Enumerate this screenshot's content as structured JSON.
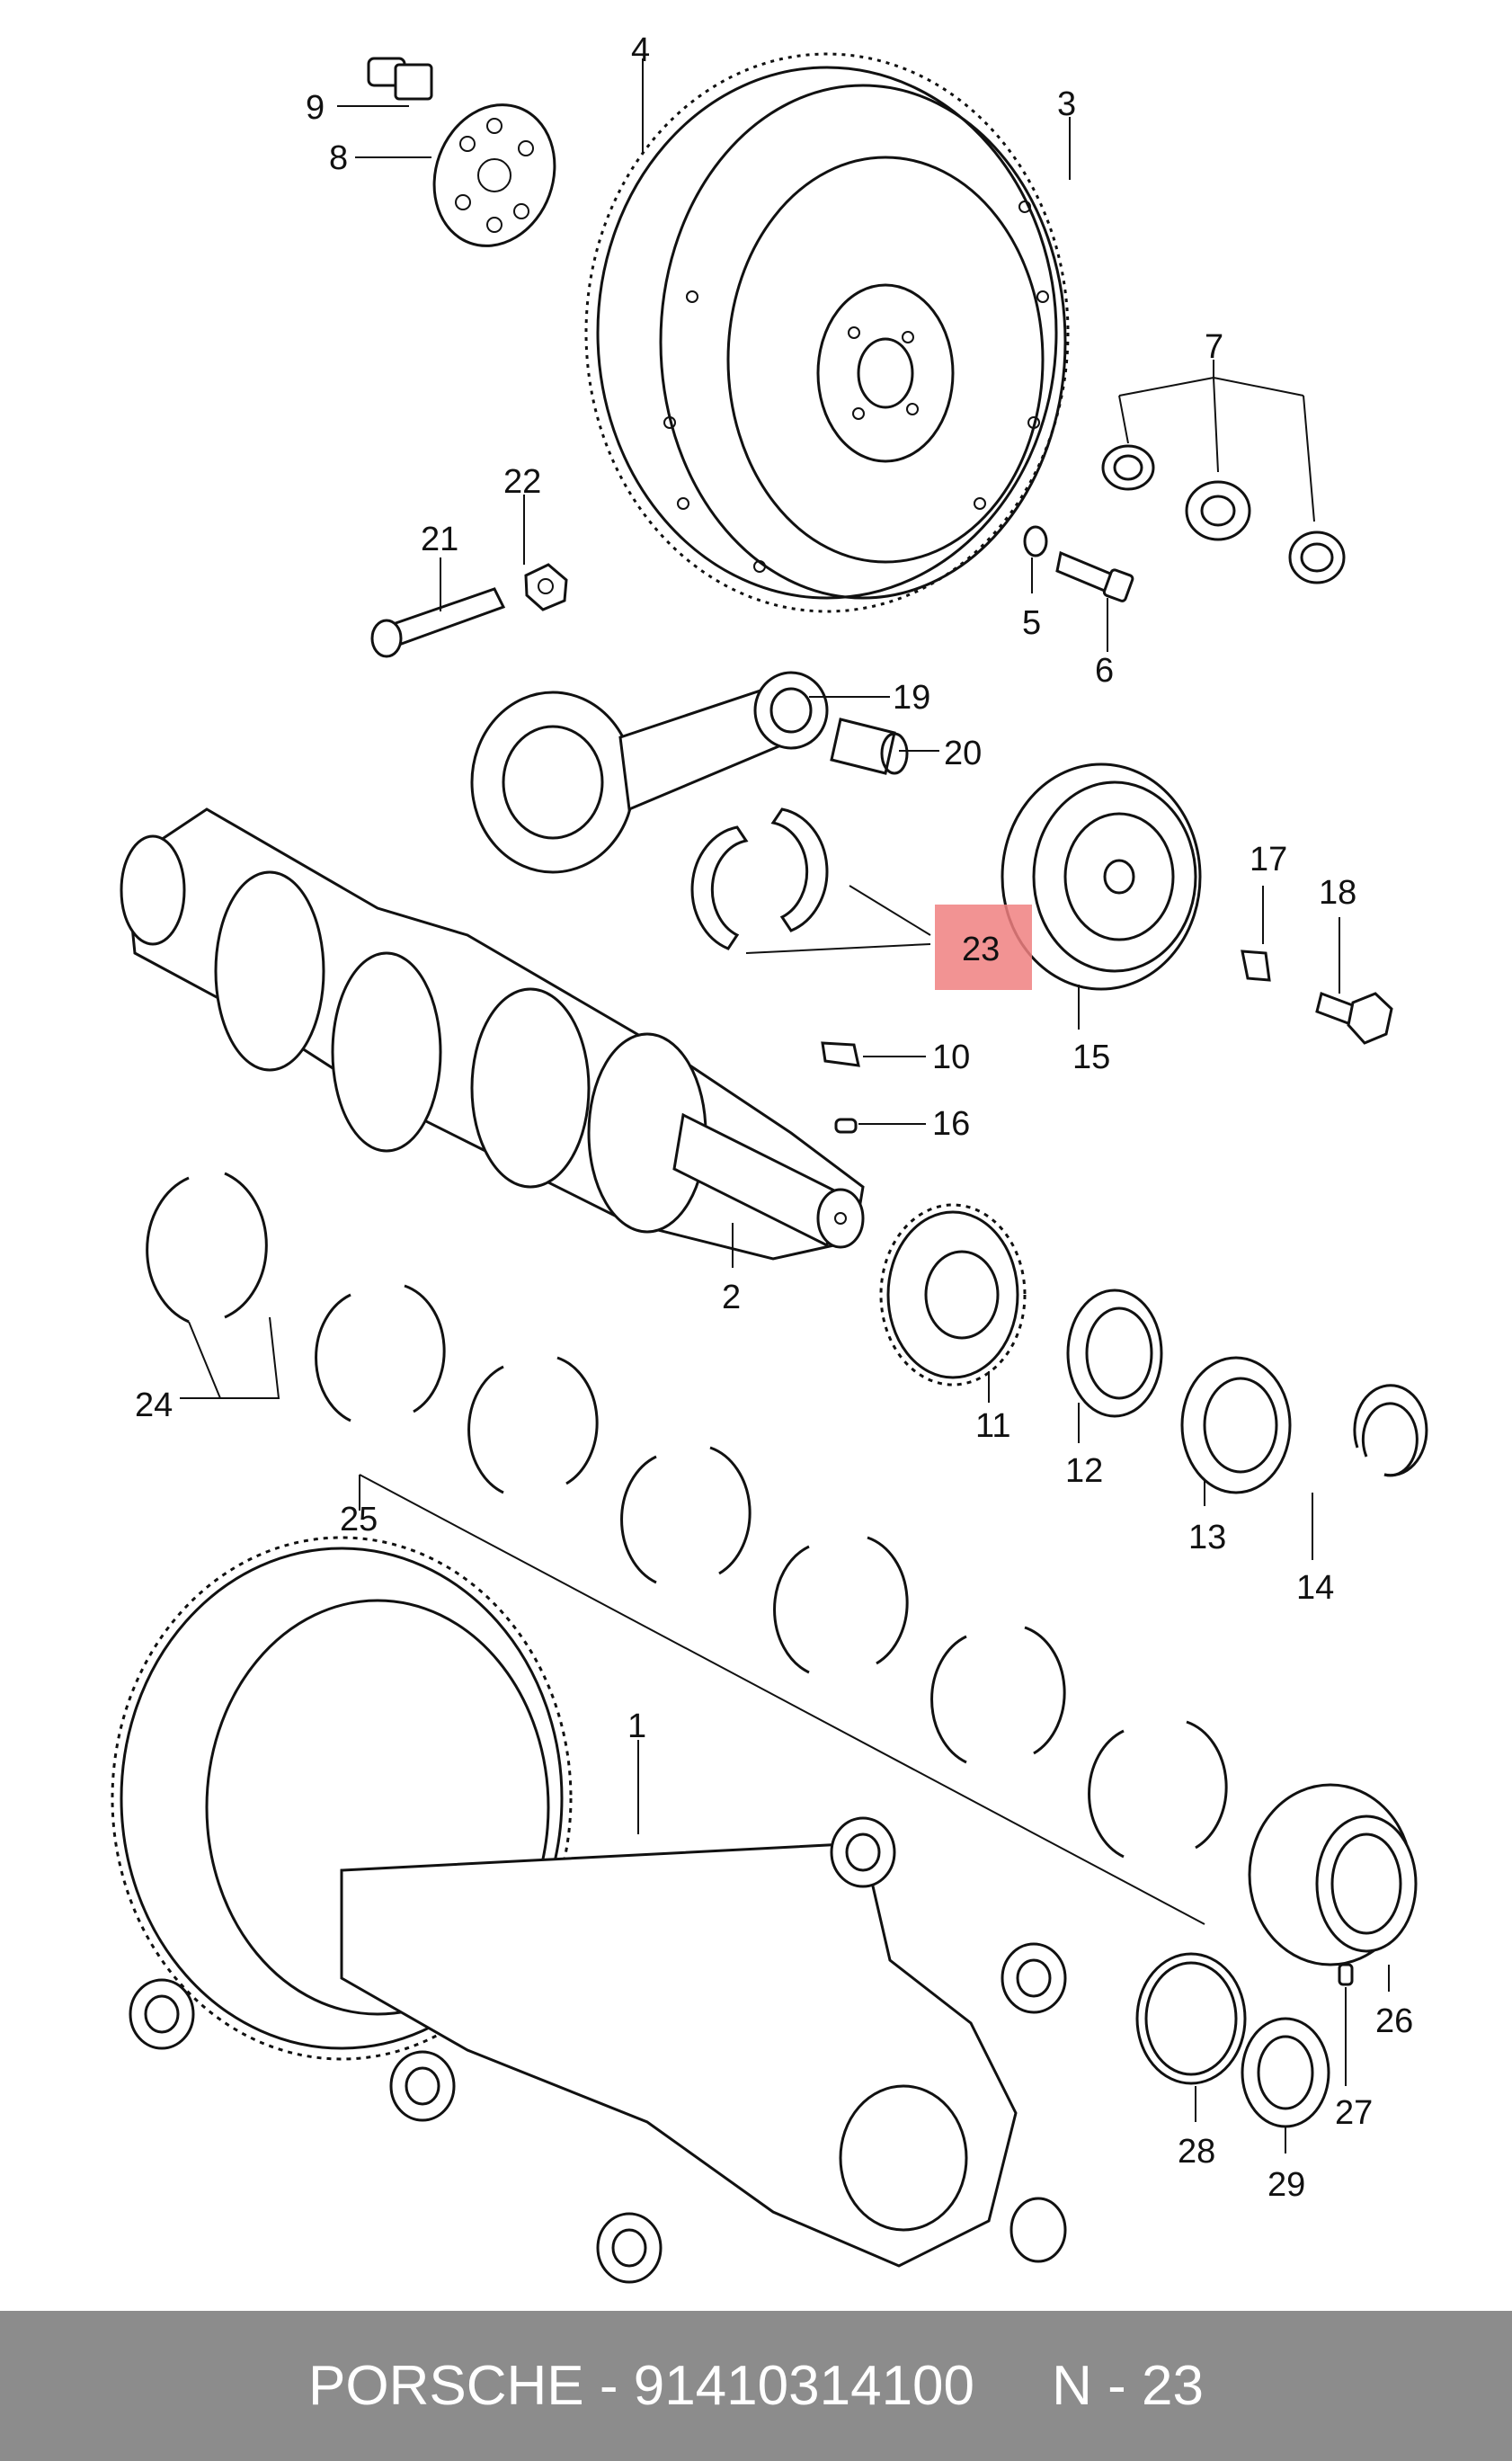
{
  "diagram": {
    "callouts": [
      {
        "id": "c1",
        "label": "1"
      },
      {
        "id": "c2",
        "label": "2"
      },
      {
        "id": "c3",
        "label": "3"
      },
      {
        "id": "c4",
        "label": "4"
      },
      {
        "id": "c5",
        "label": "5"
      },
      {
        "id": "c6",
        "label": "6"
      },
      {
        "id": "c7",
        "label": "7"
      },
      {
        "id": "c8",
        "label": "8"
      },
      {
        "id": "c9",
        "label": "9"
      },
      {
        "id": "c10",
        "label": "10"
      },
      {
        "id": "c11",
        "label": "11"
      },
      {
        "id": "c12",
        "label": "12"
      },
      {
        "id": "c13",
        "label": "13"
      },
      {
        "id": "c14",
        "label": "14"
      },
      {
        "id": "c15",
        "label": "15"
      },
      {
        "id": "c16",
        "label": "16"
      },
      {
        "id": "c17",
        "label": "17"
      },
      {
        "id": "c18",
        "label": "18"
      },
      {
        "id": "c19",
        "label": "19"
      },
      {
        "id": "c20",
        "label": "20"
      },
      {
        "id": "c21",
        "label": "21"
      },
      {
        "id": "c22",
        "label": "22"
      },
      {
        "id": "c23",
        "label": "23",
        "highlighted": true
      },
      {
        "id": "c24",
        "label": "24"
      },
      {
        "id": "c25",
        "label": "25"
      },
      {
        "id": "c26",
        "label": "26"
      },
      {
        "id": "c27",
        "label": "27"
      },
      {
        "id": "c28",
        "label": "28"
      },
      {
        "id": "c29",
        "label": "29"
      }
    ],
    "highlight_color": "#f08080"
  },
  "footer": {
    "text": "PORSCHE - 91410314100     N - 23",
    "background": "#8c8c8c",
    "text_color": "#ffffff"
  }
}
